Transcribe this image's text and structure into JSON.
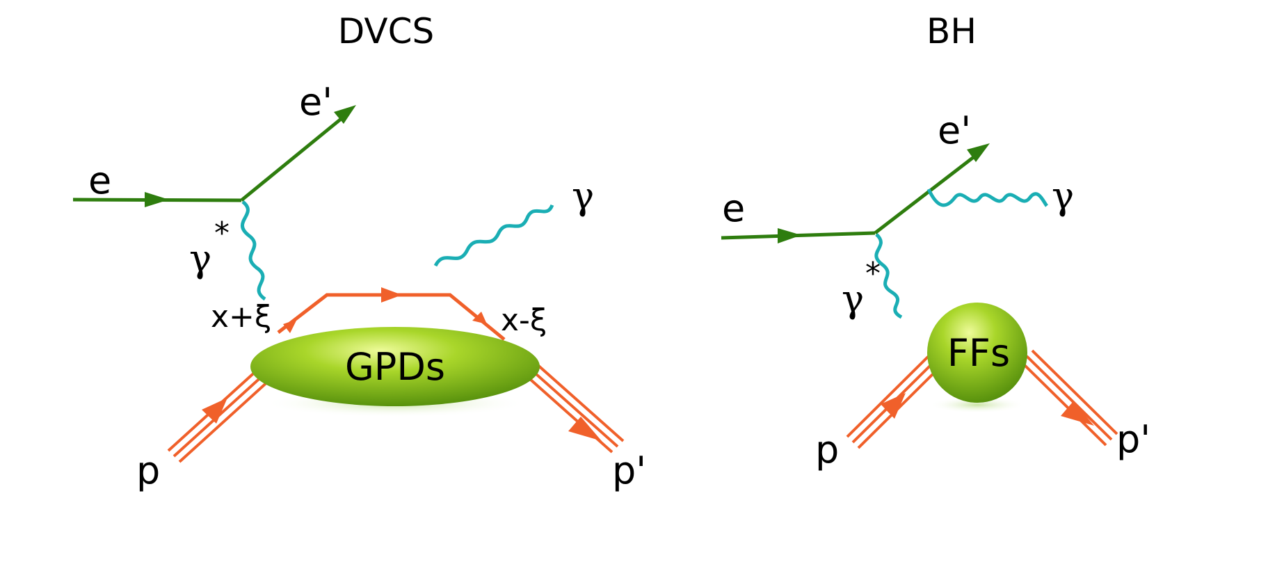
{
  "diagrams": [
    {
      "title": "DVCS",
      "labels": {
        "electron_in": "e",
        "electron_out": "e'",
        "virtual_photon": "γ",
        "virtual_photon_star": "*",
        "real_photon": "γ",
        "quark_in": "x+ξ",
        "quark_out": "x-ξ",
        "blob": "GPDs",
        "proton_in": "p",
        "proton_out": "p'"
      }
    },
    {
      "title": "BH",
      "labels": {
        "electron_in": "e",
        "electron_out": "e'",
        "virtual_photon": "γ",
        "virtual_photon_star": "*",
        "real_photon": "γ",
        "blob": "FFs",
        "proton_in": "p",
        "proton_out": "p'"
      }
    }
  ],
  "colors": {
    "lepton": "#2e7d0e",
    "photon": "#1aaeb4",
    "hadron": "#f0602a",
    "blob_light": "#d8f06a",
    "blob_mid": "#8cc21e",
    "blob_dark": "#4f8a0a"
  }
}
